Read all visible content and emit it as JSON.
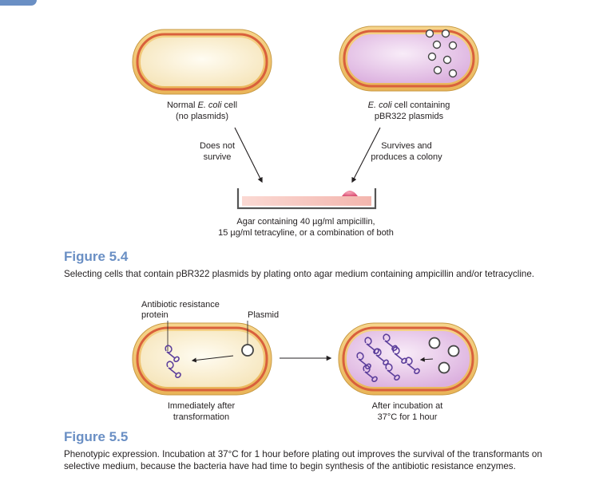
{
  "figure_5_4": {
    "cell_left_label_line1_pre": "Normal ",
    "cell_left_label_line1_em": "E. coli",
    "cell_left_label_line1_post": " cell",
    "cell_left_label_line2": "(no plasmids)",
    "cell_right_label_line1_em": "E. coli",
    "cell_right_label_line1_post": " cell containing",
    "cell_right_label_line2": "pBR322 plasmids",
    "arrow_left_label_line1": "Does not",
    "arrow_left_label_line2": "survive",
    "arrow_right_label_line1": "Survives and",
    "arrow_right_label_line2": "produces a colony",
    "plate_label_line1": "Agar containing 40 µg/ml ampicillin,",
    "plate_label_line2": "15 µg/ml tetracyline, or a combination of both",
    "title": "Figure 5.4",
    "caption": "Selecting cells that contain pBR322 plasmids by plating onto agar medium containing ampicillin and/or tetracycline."
  },
  "figure_5_5": {
    "protein_label_line1": "Antibiotic resistance",
    "protein_label_line2": "protein",
    "plasmid_label": "Plasmid",
    "cell_left_label_line1": "Immediately after",
    "cell_left_label_line2": "transformation",
    "cell_right_label_line1": "After incubation at",
    "cell_right_label_line2": "37°C for 1 hour",
    "title": "Figure 5.5",
    "caption": "Phenotypic expression. Incubation at 37°C for 1 hour before plating out improves the survival of the transformants on selective medium, because the bacteria have had time to begin synthesis of the antibiotic resistance enzymes."
  },
  "colors": {
    "cell_outer": "#f2c46a",
    "cell_membrane": "#d9603c",
    "cell_inside_plain": "#fbf3dc",
    "cell_inside_plasmid": "#e8c6ea",
    "agar": "#f7c7c0",
    "colony": "#e86a86",
    "protein": "#5b3e9b",
    "title_blue": "#6a8fc4"
  }
}
